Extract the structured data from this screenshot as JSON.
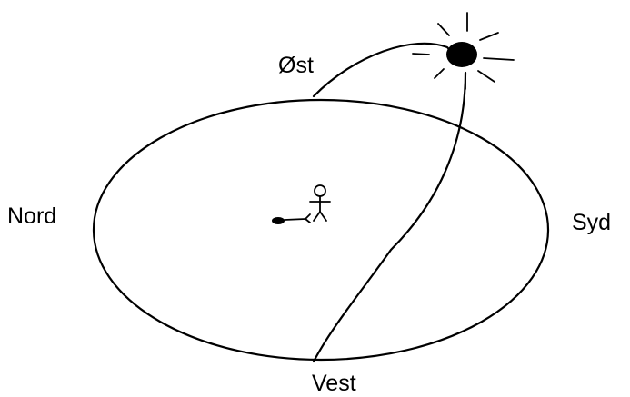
{
  "labels": {
    "north": "Nord",
    "east": "Øst",
    "south": "Syd",
    "west": "Vest"
  },
  "colors": {
    "ink": "#000000",
    "background": "#ffffff"
  },
  "icons": {
    "sun": "sun-icon",
    "observer": "stick-figure-icon",
    "shadow": "shadow-icon"
  }
}
